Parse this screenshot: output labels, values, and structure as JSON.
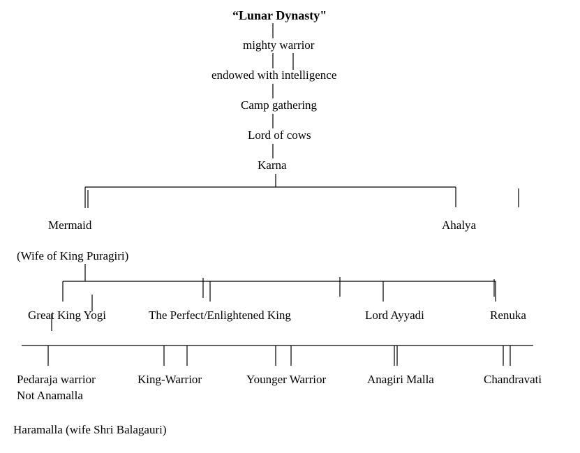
{
  "tree": {
    "title": "“Lunar Dynasty\"",
    "generations": [
      "mighty warrior",
      "endowed with intelligence",
      "Camp gathering",
      "Lord of cows",
      "Karna"
    ],
    "children_of_karna": {
      "mermaid": "Mermaid",
      "ahalya": "Ahalya",
      "mermaid_note": "(Wife of King Puragiri)"
    },
    "children_of_mermaid": [
      "Great King Yogi",
      "The Perfect/Enlightened King",
      "Lord Ayyadi",
      "Renuka"
    ],
    "grandchildren": {
      "pedaraja_line1": "Pedaraja warrior",
      "pedaraja_line2": "Not Anamalla",
      "king_warrior": "King-Warrior",
      "younger_warrior": "Younger Warrior",
      "anagiri_malla": "Anagiri Malla",
      "chandravati": "Chandravati"
    },
    "footer_note": "Haramalla (wife Shri Balagauri)"
  }
}
